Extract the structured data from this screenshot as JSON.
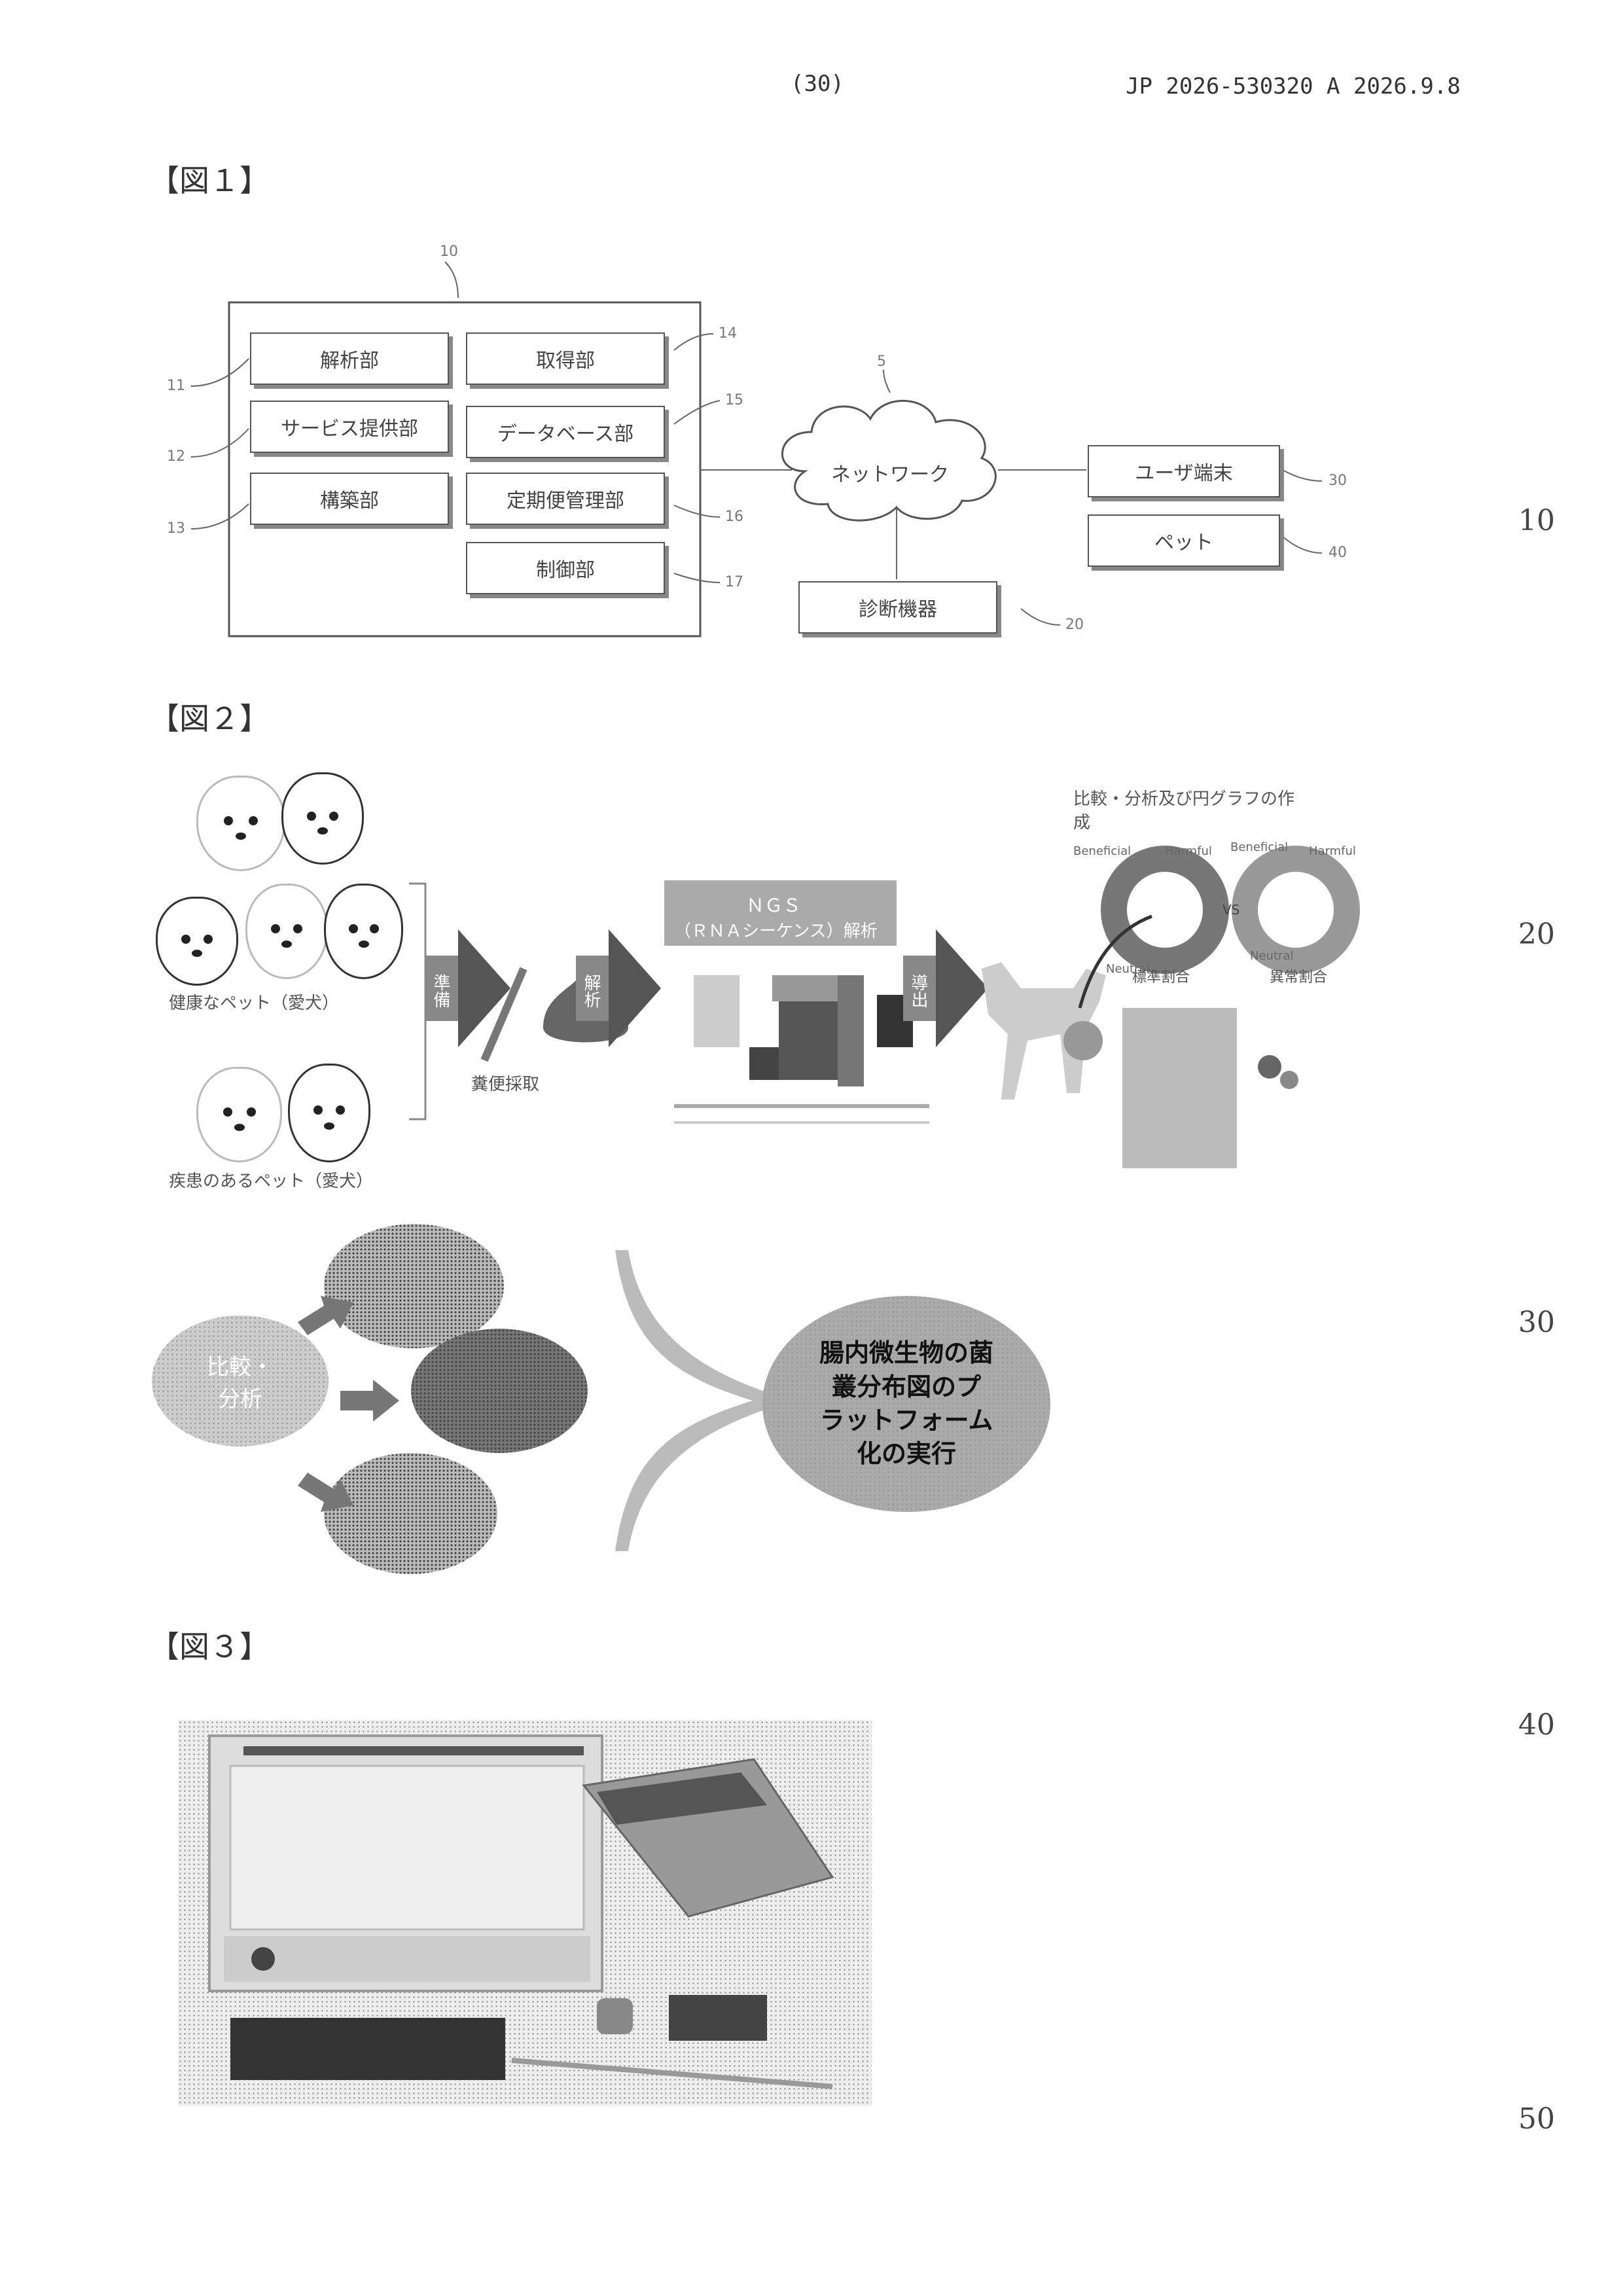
{
  "header": {
    "page_no": "(30)",
    "doc_id": "JP  2026-530320  A  2026.9.8"
  },
  "line_numbers": [
    "10",
    "20",
    "30",
    "40",
    "50"
  ],
  "fig1": {
    "label": "【図１】",
    "units": {
      "analysis": "解析部",
      "acquisition": "取得部",
      "service": "サービス提供部",
      "database": "データベース部",
      "building": "構築部",
      "regular": "定期便管理部",
      "control": "制御部"
    },
    "network": "ネットワーク",
    "user_terminal": "ユーザ端末",
    "pet": "ペット",
    "diag_device": "診断機器",
    "refs": {
      "server": "10",
      "r11": "11",
      "r12": "12",
      "r13": "13",
      "r14": "14",
      "r15": "15",
      "r16": "16",
      "r17": "17",
      "r5": "5",
      "r30": "30",
      "r40": "40",
      "r20": "20"
    }
  },
  "fig2": {
    "label": "【図２】",
    "healthy": "健康なペット（愛犬）",
    "diseased": "疾患のあるペット（愛犬）",
    "arrow1": "準備",
    "arrow2": "解析",
    "arrow3": "導出",
    "stool": "糞便採取",
    "ngs_line1": "ＮＧＳ",
    "ngs_line2": "（ＲＮＡシーケンス）解析",
    "pie_title_l1": "比較・分析及び円グラフの作",
    "pie_title_l2": "成",
    "beneficial": "Beneficial",
    "harmful": "Harmful",
    "neutral": "Neutral",
    "vs": "VS",
    "std_ratio": "標準割合",
    "abn_ratio": "異常割合",
    "compare_l1": "比較・",
    "compare_l2": "分析",
    "platform_text": "腸内微生物の菌叢分布図のプラットフォーム化の実行",
    "platform_l1": "腸内微生物の菌",
    "platform_l2": "叢分布図のプ",
    "platform_l3": "ラットフォーム",
    "platform_l4": "化の実行"
  },
  "fig3": {
    "label": "【図３】"
  }
}
